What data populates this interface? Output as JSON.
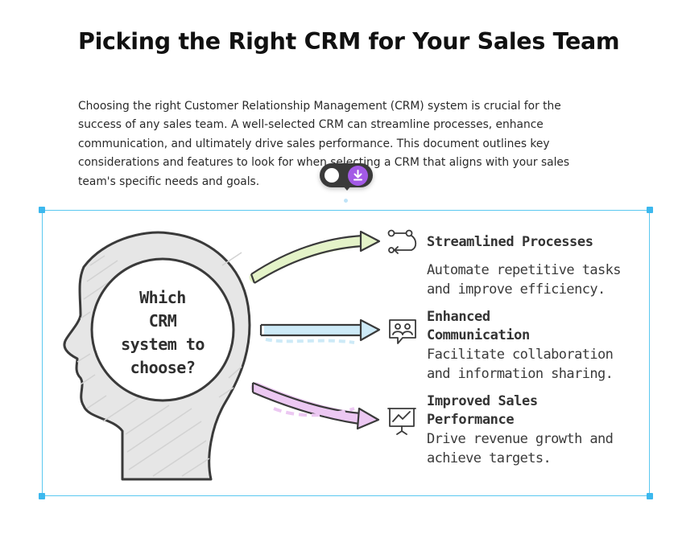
{
  "document": {
    "title": "Picking the Right CRM for Your Sales Team",
    "intro_lines": [
      "Choosing the right Customer Relationship Management (CRM) system is crucial for the",
      "success of any sales team. A well-selected CRM can streamline processes, enhance",
      "communication, and ultimately drive sales performance. This document outlines key",
      "considerations and features to look for when selecting a CRM that aligns with your sales",
      "team's specific needs and goals."
    ]
  },
  "toolbar": {
    "icons": [
      "toggle-icon",
      "download-icon"
    ],
    "accent_color": "#a35ae6"
  },
  "graphic": {
    "head_lines": [
      "Which",
      "CRM",
      "system to",
      "choose?"
    ],
    "items": [
      {
        "icon": "workflow-icon",
        "title_lines": [
          "Streamlined Processes"
        ],
        "desc_lines": [
          "Automate repetitive tasks",
          "and improve efficiency."
        ],
        "arrow_color": "#e4f3c8"
      },
      {
        "icon": "team-chat-icon",
        "title_lines": [
          "Enhanced",
          "Communication"
        ],
        "desc_lines": [
          "Facilitate collaboration",
          "and information sharing."
        ],
        "arrow_color": "#cdeaf7"
      },
      {
        "icon": "presentation-chart-icon",
        "title_lines": [
          "Improved Sales",
          "Performance"
        ],
        "desc_lines": [
          "Drive revenue growth and",
          "achieve targets."
        ],
        "arrow_color": "#ecc8f2"
      }
    ]
  },
  "selection": {
    "frame_color": "#5ac8f0"
  }
}
